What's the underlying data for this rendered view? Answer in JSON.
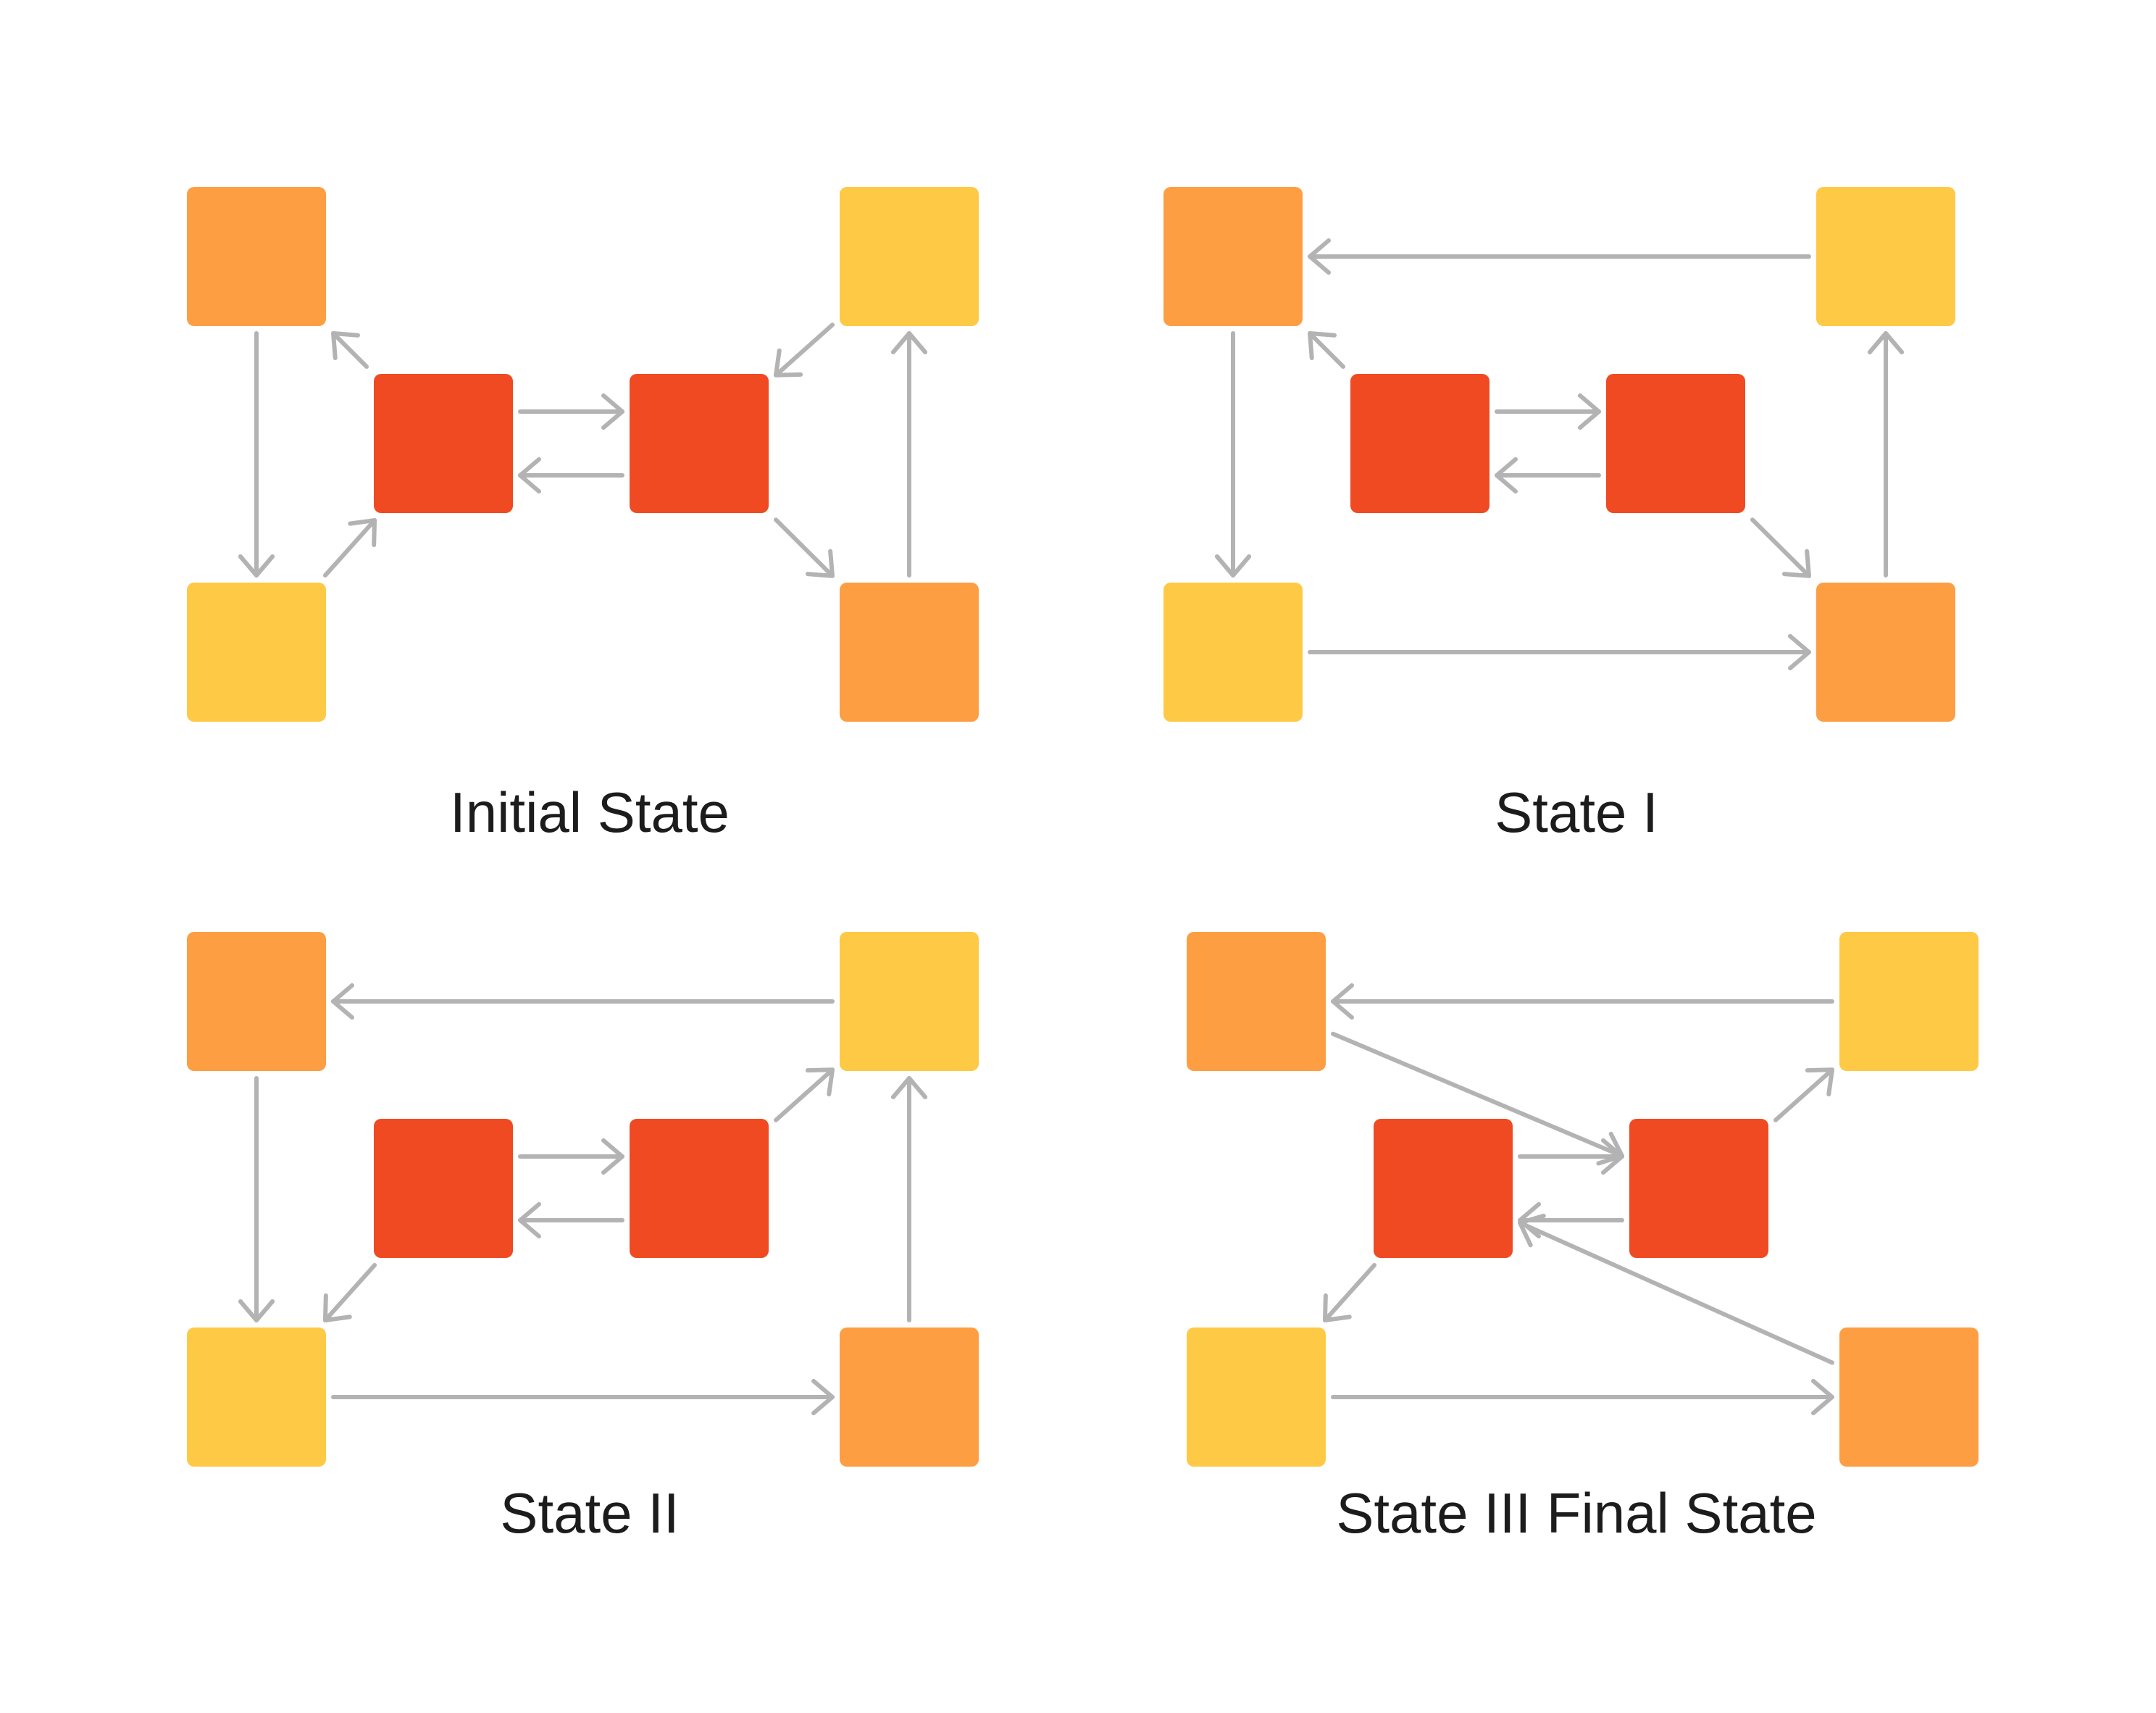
{
  "colors": {
    "background": "#ffffff",
    "red": "#f04a22",
    "orange": "#fe9e43",
    "yellow": "#fec945",
    "edge": "#b3b3b3",
    "text": "#1c1c1c"
  },
  "panels": [
    {
      "caption": "Initial State",
      "nodes": [
        "A-orange",
        "B-red",
        "C-red",
        "D-yellow",
        "E-yellow",
        "F-orange"
      ],
      "edges": [
        {
          "from": "A",
          "to": "E"
        },
        {
          "from": "E",
          "to": "B"
        },
        {
          "from": "B",
          "to": "A"
        },
        {
          "from": "B",
          "to": "C"
        },
        {
          "from": "C",
          "to": "B"
        },
        {
          "from": "D",
          "to": "C"
        },
        {
          "from": "C",
          "to": "F"
        },
        {
          "from": "F",
          "to": "D"
        }
      ]
    },
    {
      "caption": "State I",
      "nodes": [
        "A-orange",
        "B-red",
        "C-red",
        "D-yellow",
        "E-yellow",
        "F-orange"
      ],
      "edges": [
        {
          "from": "D",
          "to": "A"
        },
        {
          "from": "B",
          "to": "A"
        },
        {
          "from": "A",
          "to": "E"
        },
        {
          "from": "B",
          "to": "C"
        },
        {
          "from": "C",
          "to": "B"
        },
        {
          "from": "C",
          "to": "F"
        },
        {
          "from": "E",
          "to": "F"
        },
        {
          "from": "F",
          "to": "D"
        }
      ]
    },
    {
      "caption": "State II",
      "nodes": [
        "A-orange",
        "B-red",
        "C-red",
        "D-yellow",
        "E-yellow",
        "F-orange"
      ],
      "edges": [
        {
          "from": "D",
          "to": "A"
        },
        {
          "from": "A",
          "to": "E"
        },
        {
          "from": "B",
          "to": "C"
        },
        {
          "from": "C",
          "to": "B"
        },
        {
          "from": "C",
          "to": "D"
        },
        {
          "from": "B",
          "to": "E"
        },
        {
          "from": "E",
          "to": "F"
        },
        {
          "from": "F",
          "to": "D"
        }
      ]
    },
    {
      "caption": "State III Final State",
      "nodes": [
        "A-orange",
        "B-red",
        "C-red",
        "D-yellow",
        "E-yellow",
        "F-orange"
      ],
      "edges": [
        {
          "from": "D",
          "to": "A"
        },
        {
          "from": "A",
          "to": "C"
        },
        {
          "from": "C",
          "to": "D"
        },
        {
          "from": "B",
          "to": "C"
        },
        {
          "from": "C",
          "to": "B"
        },
        {
          "from": "B",
          "to": "E"
        },
        {
          "from": "F",
          "to": "B"
        },
        {
          "from": "E",
          "to": "F"
        }
      ]
    }
  ]
}
